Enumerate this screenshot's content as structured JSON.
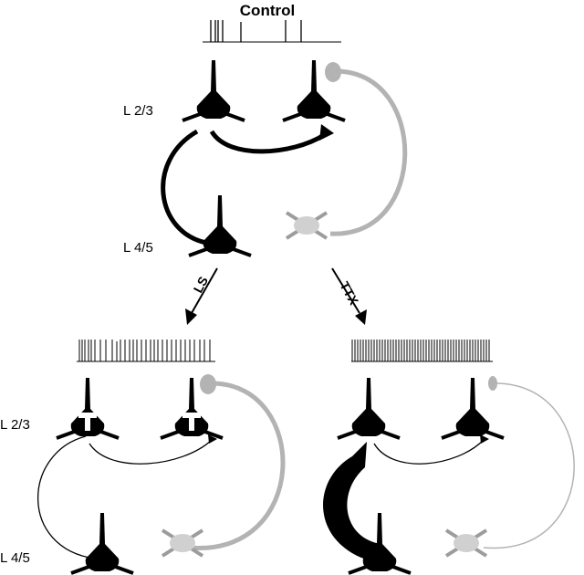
{
  "title": "Control",
  "layer_labels": {
    "top_l23": "L 2/3",
    "top_l45": "L 4/5",
    "left_l23": "L 2/3",
    "left_l45": "L 4/5"
  },
  "arrow_labels": {
    "left": "LS",
    "right": "TTX"
  },
  "colors": {
    "neuron": "#000000",
    "inhibitory": "#b3b3b3",
    "inhibitory_fill": "#d0d0d0"
  }
}
